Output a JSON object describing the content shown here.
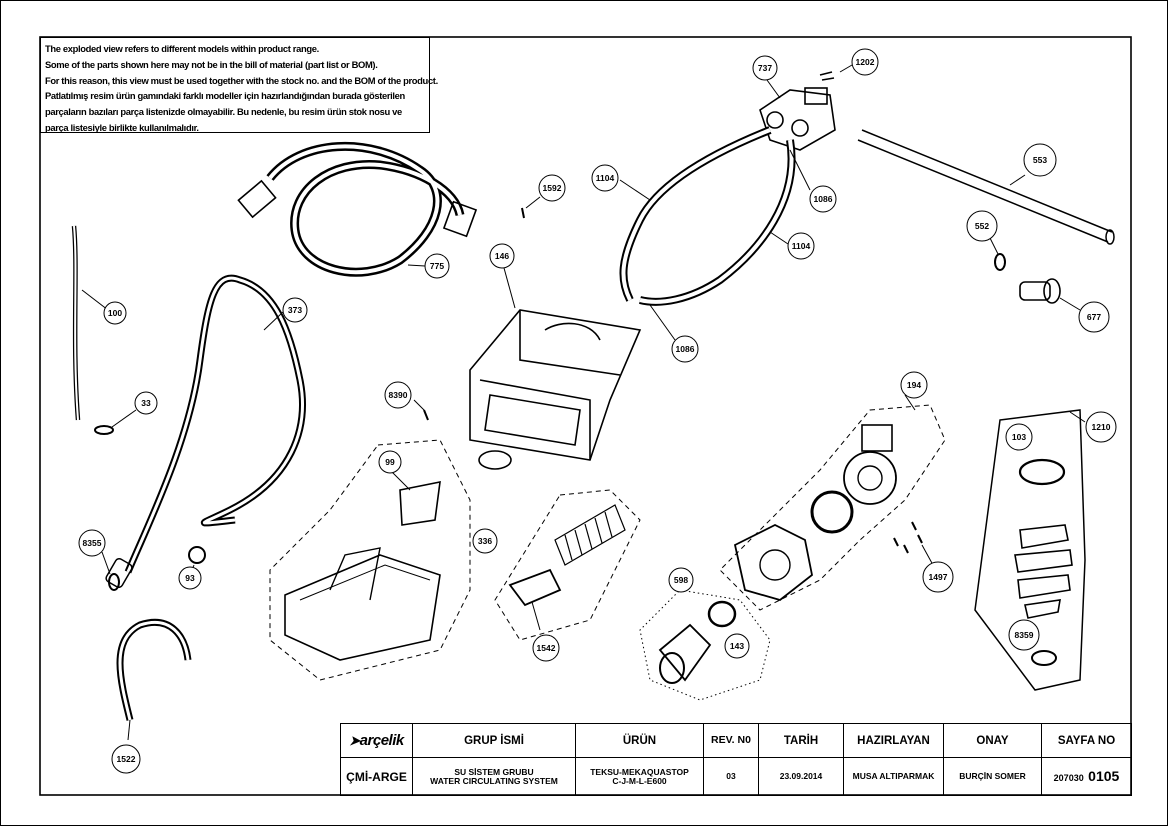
{
  "note": {
    "lines_en": [
      "The exploded view refers to different models within product range.",
      "Some of the parts shown here may not be in the bill of material (part list or BOM).",
      "For this reason, this view must be used together with the stock no. and the BOM of the product."
    ],
    "lines_tr": [
      "Patlatılmış resim ürün gamındaki farklı modeller için hazırlandığından burada gösterilen",
      "parçaların bazıları parça listenizde olmayabilir. Bu nedenle, bu resim ürün stok nosu ve",
      "parça listesiyle birlikte kullanılmalıdır."
    ]
  },
  "parts": {
    "p100": "100",
    "p33": "33",
    "p373": "373",
    "p775": "775",
    "p8355": "8355",
    "p93": "93",
    "p1522": "1522",
    "p146": "146",
    "p1592": "1592",
    "p8390": "8390",
    "p99": "99",
    "p336": "336",
    "p1542": "1542",
    "p737": "737",
    "p1202": "1202",
    "p1104a": "1104",
    "p1104b": "1104",
    "p1086a": "1086",
    "p1086b": "1086",
    "p553": "553",
    "p552": "552",
    "p677": "677",
    "p194": "194",
    "p598": "598",
    "p143": "143",
    "p1497": "1497",
    "p1210": "1210",
    "p103": "103",
    "p8359": "8359"
  },
  "title_block": {
    "logo": "arçelik",
    "group_code": "ÇMİ-ARGE",
    "headers": {
      "group_name": "GRUP İSMİ",
      "product": "ÜRÜN",
      "rev": "REV. N0",
      "date": "TARİH",
      "prepared": "HAZIRLAYAN",
      "approved": "ONAY",
      "page": "SAYFA NO"
    },
    "values": {
      "group_name_tr": "SU SİSTEM GRUBU",
      "group_name_en": "WATER CIRCULATING SYSTEM",
      "product_1": "TEKSU-MEKAQUASTOP",
      "product_2": "C-J-M-L-E600",
      "rev": "03",
      "date": "23.09.2014",
      "prepared": "MUSA ALTIPARMAK",
      "approved": "BURÇİN SOMER",
      "page_prefix": "207030",
      "page_number": "0105"
    }
  }
}
